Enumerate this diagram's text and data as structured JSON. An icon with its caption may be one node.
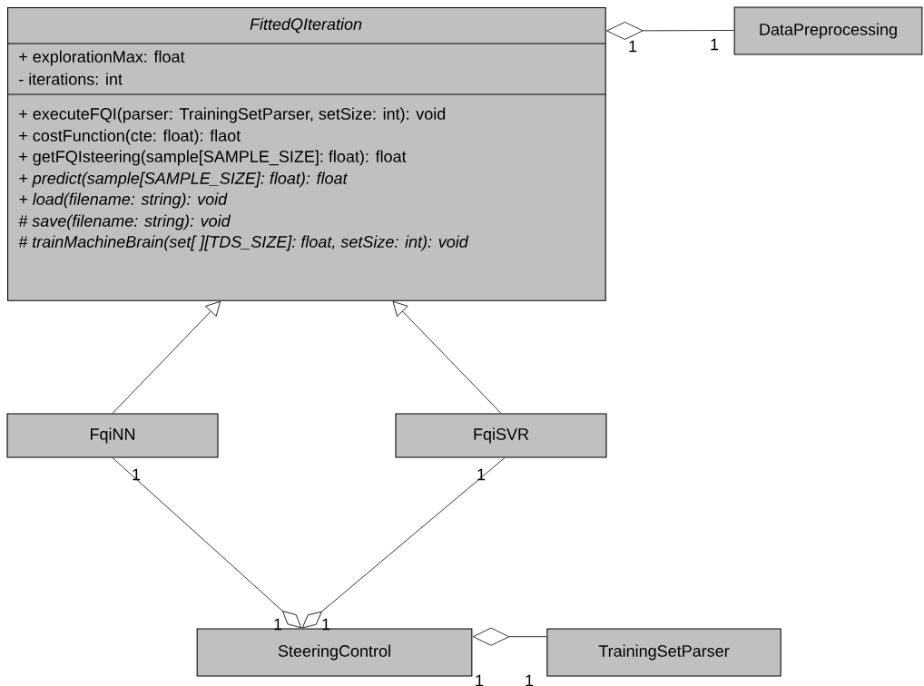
{
  "diagram": {
    "nodes": [
      {
        "text": [
          "FittedQIteration",
          "+ explorationMax: float",
          "- iterations: int",
          "+ executeFQI(parser: TrainingSetParser, setSize: int): void",
          "+ costFunction(cte: float): flaot",
          "+ getFQIsteering(sample[SAMPLE_SIZE]: float): float",
          "+ predict(sample[SAMPLE_SIZE]: float): float",
          "+ load(filename: string): void",
          "# save(filename: string): void",
          "# trainMachineBrain(set[ ][TDS_SIZE]: float, setSize: int): void"
        ]
      },
      {
        "text": [
          "DataPreprocessing"
        ]
      },
      {
        "text": [
          "FqiNN"
        ]
      },
      {
        "text": [
          "FqiSVR"
        ]
      },
      {
        "text": [
          "SteeringControl"
        ]
      },
      {
        "text": [
          "TrainingSetParser"
        ]
      }
    ],
    "edges": [
      {
        "from": 0,
        "to": 1,
        "arrow": "other"
      },
      {
        "from": 2,
        "to": 0,
        "arrow": "to"
      },
      {
        "from": 3,
        "to": 0,
        "arrow": "to"
      },
      {
        "from": 4,
        "to": 2,
        "arrow": "other"
      },
      {
        "from": 4,
        "to": 3,
        "arrow": "other"
      },
      {
        "from": 4,
        "to": 5,
        "arrow": "other"
      }
    ],
    "labels": [
      "1",
      "1",
      "1",
      "1",
      "1",
      "1",
      "1",
      "1"
    ]
  }
}
